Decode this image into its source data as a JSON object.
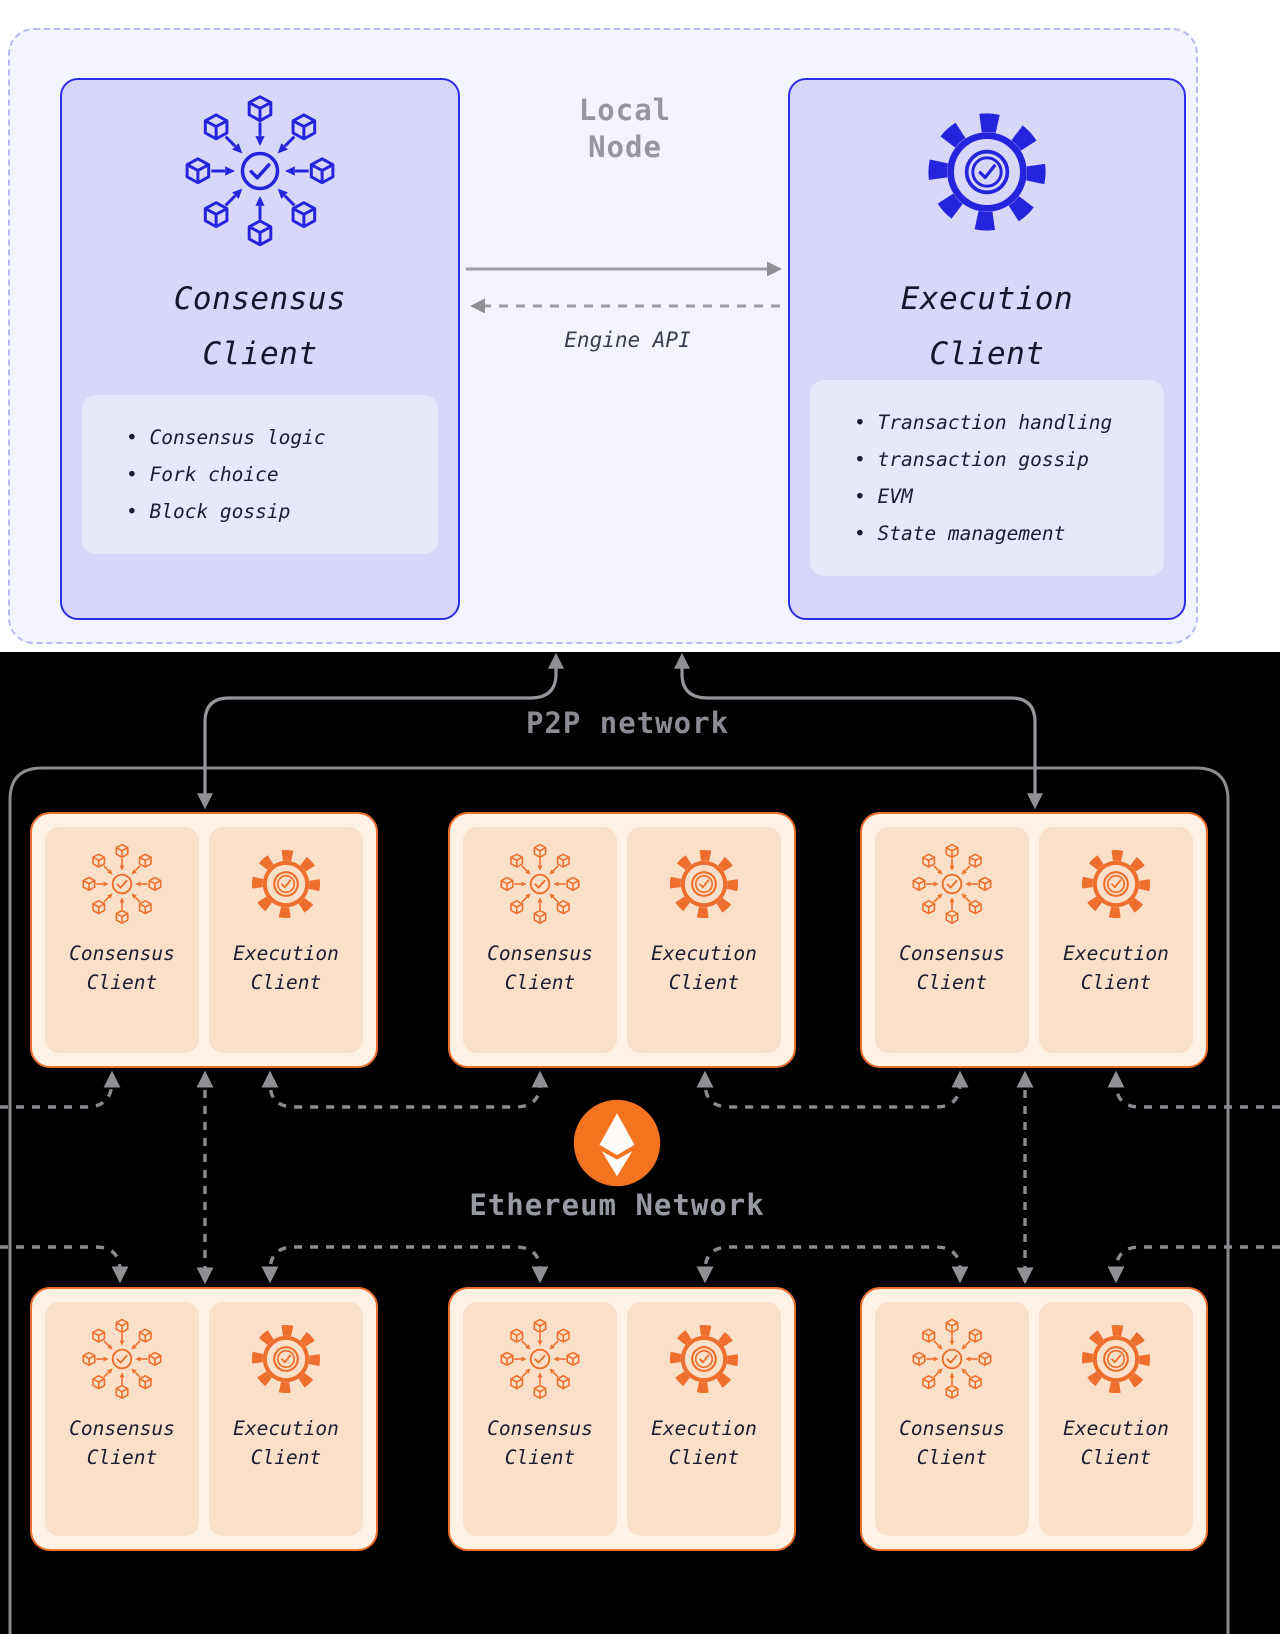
{
  "colors": {
    "blue_accent": "#2f2ee4",
    "panel_fill": "#f3f4fe",
    "card_fill": "#d6d7f9",
    "list_fill": "#e7e8fc",
    "orange_accent": "#ee6f2d",
    "peer_fill": "#fdf2e4",
    "peer_sub_fill": "#fbe0c9",
    "eth_orange": "#f4731f",
    "arrow_gray": "#8f8f94",
    "label_gray": "#96969e"
  },
  "local_node": {
    "label": "Local\nNode",
    "engine_api_label": "Engine API",
    "consensus": {
      "title": "Consensus\nClient",
      "bullets": [
        "Consensus logic",
        "Fork choice",
        "Block gossip"
      ]
    },
    "execution": {
      "title": "Execution\nClient",
      "bullets": [
        "Transaction handling",
        "transaction gossip",
        "EVM",
        "State management"
      ]
    }
  },
  "network": {
    "p2p_label": "P2P network",
    "ethereum_label": "Ethereum Network",
    "peer": {
      "consensus_title": "Consensus\nClient",
      "execution_title": "Execution\nClient"
    }
  },
  "icons": {
    "consensus": "network-blocks-icon",
    "execution": "gear-check-icon",
    "ethereum": "ethereum-logo"
  }
}
